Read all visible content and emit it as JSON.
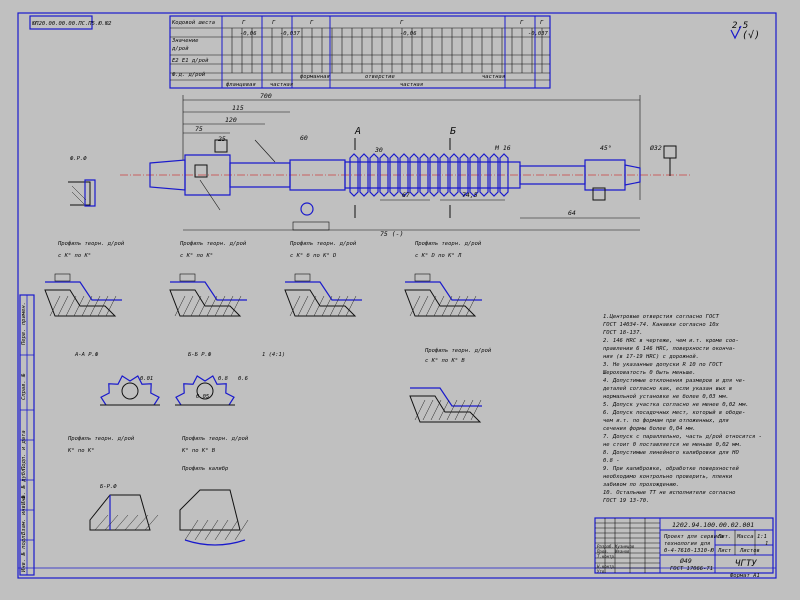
{
  "drawing": {
    "stamp_code": "ЮП20.00.00.00.ПС.П5.Ю.Ю2",
    "designation": "1202.94.100.00.02.001",
    "part_name_line1": "Проект для сервиса",
    "part_name_line2": "технология для",
    "part_name_line3": "0-4-7610-1310-Ю",
    "material_line1": "Ø49",
    "material_line2": "ГОСТ 17066-71",
    "gost_bottom": "ЧГТУ",
    "sheet": "Лист",
    "sheets": "Листов",
    "scale": "1:1",
    "litera": "Лит.",
    "mass": "Масса",
    "format": "Формат А1"
  },
  "roughness": {
    "value": "2.5",
    "symbol": "(√)"
  },
  "table": {
    "row_labels": [
      "Кодовой шеста",
      "Значение",
      "д/рой",
      "Е2 Е1 д/рой",
      "Ф.д. д/рой"
    ],
    "group_headers": [
      "Г",
      "Г",
      "Г",
      "Г",
      "Г",
      "Г"
    ],
    "tolerances": [
      "-0,06",
      "-0,037",
      "-0,06",
      "-0,037"
    ],
    "bottom_labels": [
      "фланцевая",
      "частная",
      "частная",
      "форманная",
      "отверстие",
      "частная"
    ]
  },
  "dimensions": {
    "overall": "700",
    "d1": "115",
    "d2": "120",
    "d3": "75",
    "d4": "60",
    "d5": "30",
    "d6": "25",
    "len1": "67",
    "len2": "74,5",
    "len3": "64",
    "total": "75 (-)",
    "thread1": "М 16",
    "angle": "45°",
    "d_right": "Ø32",
    "section_a": "А",
    "section_b": "Б"
  },
  "views": {
    "view1_title": "Ф.Р.Ф",
    "profile1_title": "Профиль теорн. д/рой",
    "profile1_sub": "с К° по К°",
    "profile2_title": "Профиль теорн. д/рой",
    "profile2_sub": "с К° по К°",
    "profile3_title": "Профиль теорн. д/рой",
    "profile3_sub": "с К° б по К° D",
    "profile4_title": "Профиль теорн. д/рой",
    "profile4_sub": "с К° D по К° Л",
    "profile5_title": "Профиль теорн. д/рой",
    "profile5_sub": "с К° по К° В",
    "profile6_title": "Профиль теорн. д/рой",
    "profile6_sub": "К° по К°",
    "profile7_title": "Профиль теорн. д/рой",
    "profile7_sub": "К° по К° В",
    "profile8_title": "Профиль калибр",
    "section_aa": "А-А Р.Ф",
    "section_bb": "Б-Б Р.Ф",
    "detail_scale": "1 (4:1)",
    "detail_v": "Б-Р.Ф",
    "detail_dim1": "0.01",
    "detail_dim2": "0.8",
    "detail_dim3": "0.6",
    "detail_dim4": "0.05"
  },
  "notes": {
    "lines": [
      "1.Центровые отверстия  согласно ГОСТ",
      "  ГОСТ 14034-74. Канавки согласно 10х",
      "  ГОСТ 18-137.",
      "2. 146 НRС в чертеже, чем и.т. кроме соо-",
      "  правлении 6 146 НRС, поверхности оконча-",
      "  ния (в 17-19 НRС) с дорожной.",
      "3. Не указанные допуски R 10 по ГОСТ",
      "  Шероховатость 0 быть меньше.",
      "4. Допустимые отклонения размеров и для че-",
      "  деталей согласно как, если указан вых в",
      "  нормальной установке не более 0,03 мм.",
      "5. Допуск участка согласно не менее 0,02 мм.",
      "6. Допуск посадочных мест, который в ободе-",
      "  чем и.т. по формам  при отложенных, для",
      "  сечения формы  более  0,04 мм.",
      "7. Допуск с параллельно, часть  д/рой  относится -",
      "  не стоит 0  поставляется  не  меньше 0,02 мм.",
      "8. Допустимые  линейного калибровки для НО",
      "  0.8 -",
      "9. При калибровке, обработке поверхностей",
      "  необходимо  контрольно  проверить, пленки",
      "  забивом по прохождению.",
      "10. Остальные  ТТ  не  исполнители  согласно",
      "  ГОСТ 19 13-70."
    ],
    "fraction_top": "0.8",
    "fraction_bottom": "0.6 -"
  },
  "titleblock": {
    "rows": [
      "Изм.",
      "Лист",
      "№ докум.",
      "Подп.",
      "Дата"
    ],
    "roles": [
      "Разраб.",
      "Пров.",
      "Т.контр.",
      "",
      "Н.контр.",
      "Утв."
    ],
    "names": [
      "Кузнецов",
      "Иванов",
      "",
      "",
      "",
      ""
    ],
    "sheet_no": "1",
    "sheets_total": "1"
  },
  "side_stamps": [
    "Перв. примен.",
    "Справ. №",
    "Подп. и дата",
    "Инв. № дубл.",
    "Взам. инв. №",
    "Подп. и дата",
    "Инв. № подл."
  ]
}
